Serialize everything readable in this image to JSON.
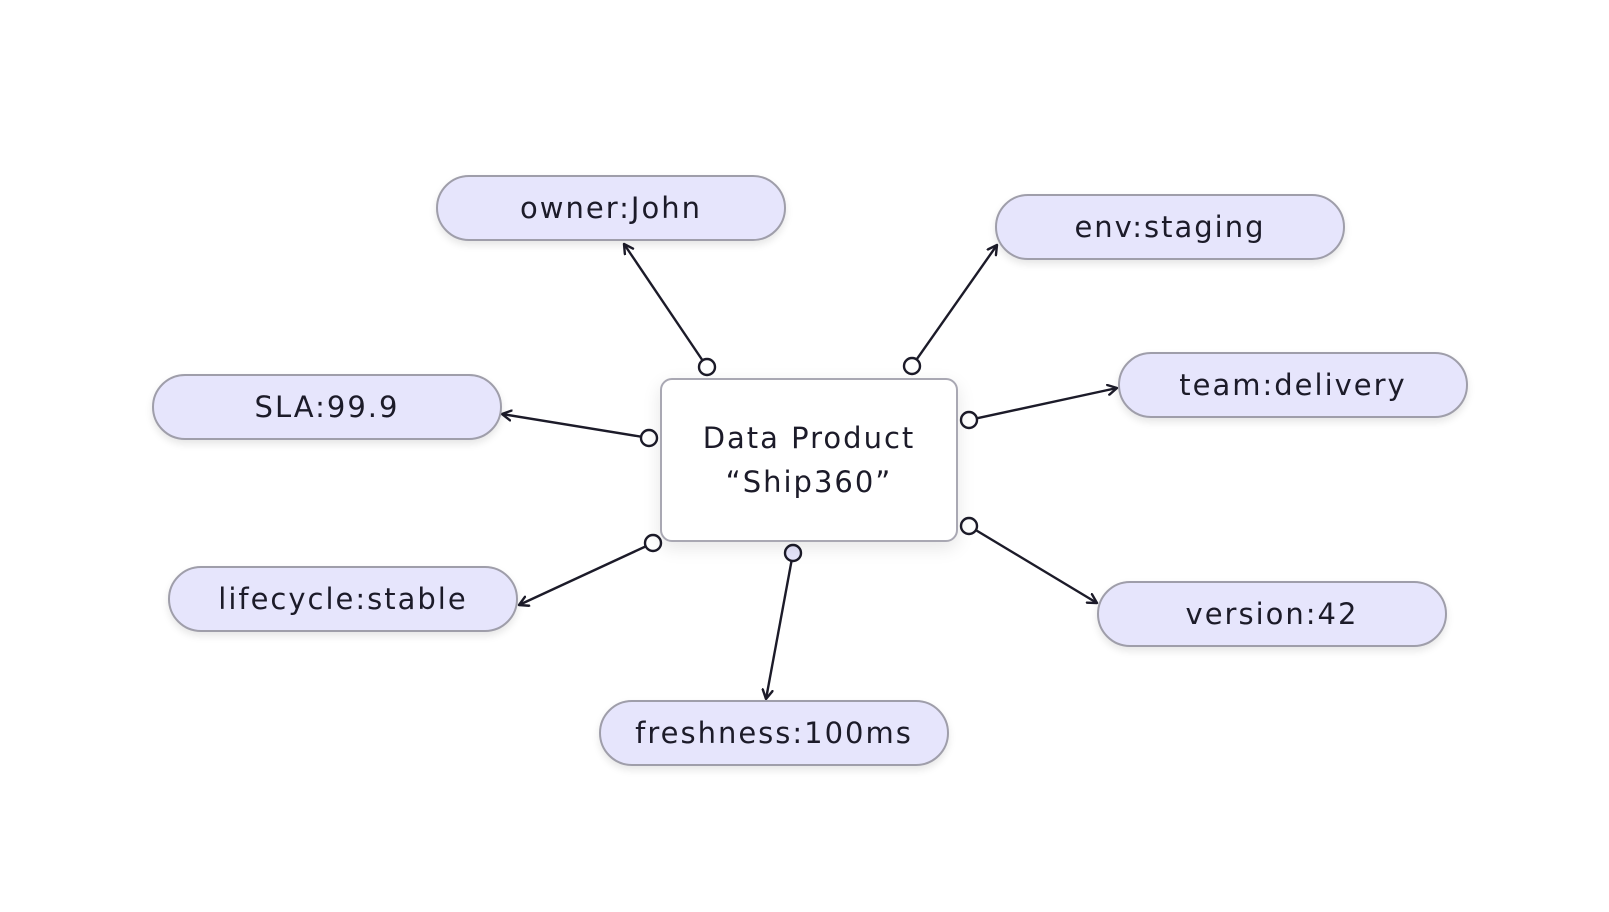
{
  "diagram": {
    "center": {
      "line1": "Data Product",
      "line2": "“Ship360”"
    },
    "properties": [
      {
        "id": "owner",
        "label": "owner:John"
      },
      {
        "id": "env",
        "label": "env:staging"
      },
      {
        "id": "team",
        "label": "team:delivery"
      },
      {
        "id": "sla",
        "label": "SLA:99.9"
      },
      {
        "id": "lifecycle",
        "label": "lifecycle:stable"
      },
      {
        "id": "freshness",
        "label": "freshness:100ms"
      },
      {
        "id": "version",
        "label": "version:42"
      }
    ],
    "edges": [
      {
        "from": "center",
        "to": "owner",
        "tail": "circle-open",
        "head": "arrow-open"
      },
      {
        "from": "center",
        "to": "env",
        "tail": "circle-open",
        "head": "arrow-open"
      },
      {
        "from": "center",
        "to": "team",
        "tail": "circle-open",
        "head": "arrow-open"
      },
      {
        "from": "center",
        "to": "sla",
        "tail": "circle-open",
        "head": "arrow-open"
      },
      {
        "from": "center",
        "to": "lifecycle",
        "tail": "circle-open",
        "head": "arrow-open"
      },
      {
        "from": "center",
        "to": "freshness",
        "tail": "circle-open",
        "head": "arrow-open"
      },
      {
        "from": "center",
        "to": "version",
        "tail": "circle-open",
        "head": "arrow-open"
      }
    ],
    "colors": {
      "pill_fill": "#e6e5fc",
      "pill_border": "#9f9eaa",
      "center_fill": "#ffffff",
      "center_border": "#a9a8b3",
      "line": "#1c1b29",
      "text": "#1c1b29"
    }
  }
}
